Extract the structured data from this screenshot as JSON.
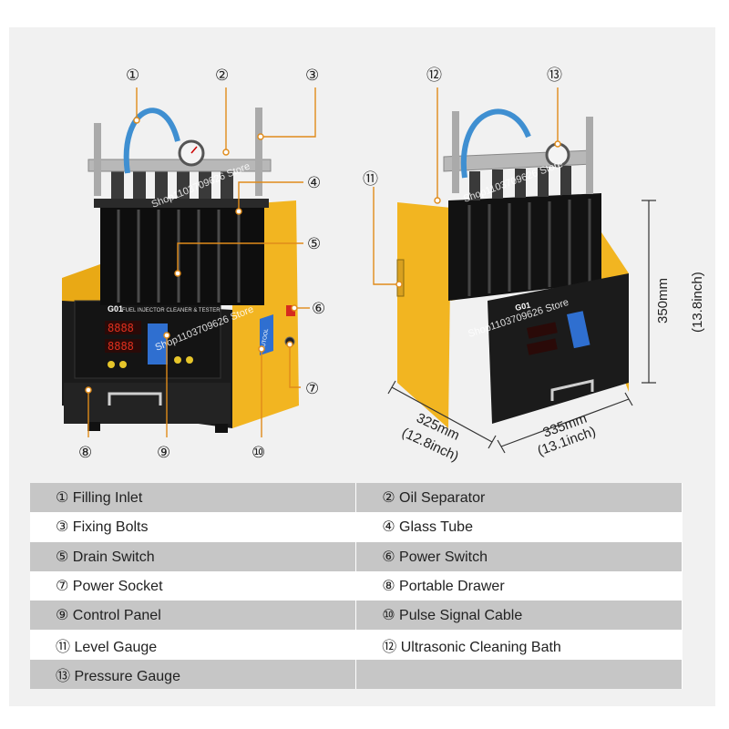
{
  "callouts": [
    "①",
    "②",
    "③",
    "④",
    "⑤",
    "⑥",
    "⑦",
    "⑧",
    "⑨",
    "⑩",
    "⑪",
    "⑫",
    "⑬"
  ],
  "dimensions": {
    "height_mm": "350mm",
    "height_in": "(13.8inch)",
    "depth_mm": "325mm",
    "depth_in": "(12.8inch)",
    "width_mm": "335mm",
    "width_in": "(13.1inch)"
  },
  "device": {
    "model_badge": "G01",
    "front_title": "FUEL INJECTOR CLEANER & TESTER",
    "brand_side": "AUTOOL"
  },
  "watermark": "Shop1103709626 Store",
  "parts": [
    {
      "num": "①",
      "label": "Filling Inlet"
    },
    {
      "num": "②",
      "label": "Oil Separator"
    },
    {
      "num": "③",
      "label": "Fixing Bolts"
    },
    {
      "num": "④",
      "label": "Glass Tube"
    },
    {
      "num": "⑤",
      "label": "Drain Switch"
    },
    {
      "num": "⑥",
      "label": "Power Switch"
    },
    {
      "num": "⑦",
      "label": "Power Socket"
    },
    {
      "num": "⑧",
      "label": "Portable Drawer"
    },
    {
      "num": "⑨",
      "label": "Control Panel"
    },
    {
      "num": "⑩",
      "label": "Pulse Signal Cable"
    },
    {
      "num": "⑪",
      "label": "Level Gauge"
    },
    {
      "num": "⑫",
      "label": "Ultrasonic Cleaning Bath"
    },
    {
      "num": "⑬",
      "label": "Pressure Gauge"
    }
  ],
  "colors": {
    "body_yellow": "#f2b521",
    "panel_black": "#1b1b1b",
    "hose_blue": "#3f8fd1",
    "callout_line": "#e08b1a",
    "led_red": "#e0301e"
  }
}
